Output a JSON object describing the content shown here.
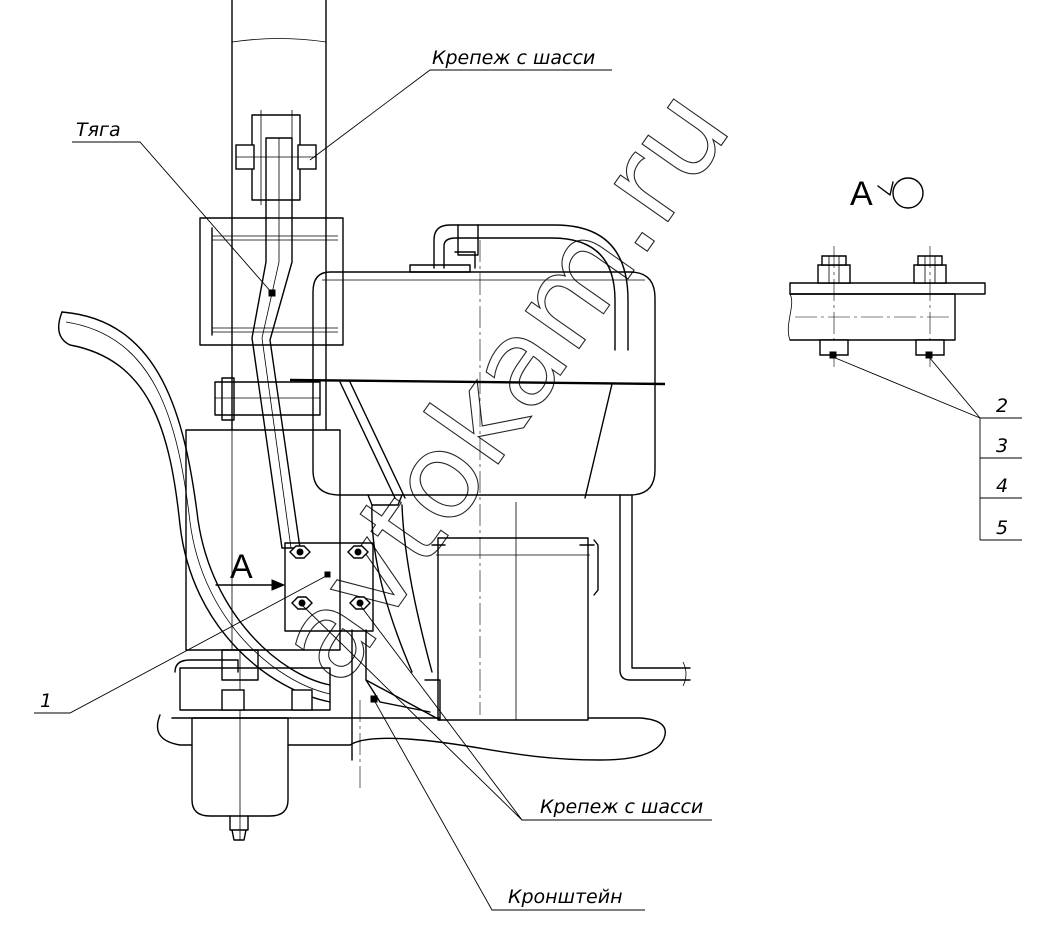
{
  "callouts": {
    "chassis_mount_top": "Крепеж с шасси",
    "rod": "Тяга",
    "view_label": "А",
    "view_arrow_label": "А",
    "item_1": "1",
    "chassis_mount_bottom": "Крепеж с шасси",
    "bracket": "Кронштейн",
    "item_2": "2",
    "item_3": "3",
    "item_4": "4",
    "item_5": "5"
  },
  "watermark": "avtokam.ru"
}
